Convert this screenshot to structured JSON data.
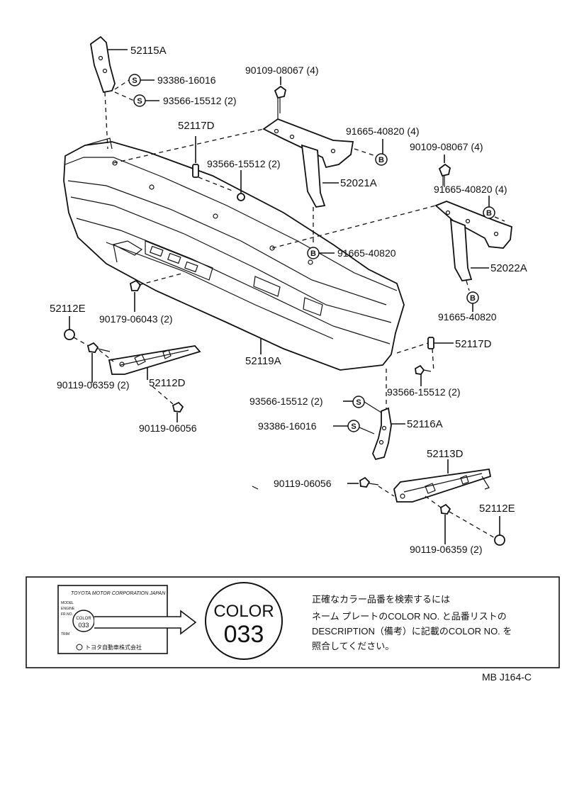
{
  "parts": {
    "p52115A": "52115A",
    "p93386_16016_top": "93386-16016",
    "p93566_15512_top": "93566-15512 (2)",
    "p90109_08067_a": "90109-08067 (4)",
    "p52117D_left": "52117D",
    "p91665_40820_4a": "91665-40820 (4)",
    "p90109_08067_b": "90109-08067 (4)",
    "p93566_15512_mid": "93566-15512 (2)",
    "p52021A": "52021A",
    "p91665_40820_4b": "91665-40820 (4)",
    "p91665_40820_mid": "91665-40820",
    "p52022A": "52022A",
    "p91665_40820_right": "91665-40820",
    "p52112E_left": "52112E",
    "p90179_06043": "90179-06043 (2)",
    "p52117D_right": "52117D",
    "p90119_06359_left": "90119-06359 (2)",
    "p52112D": "52112D",
    "p52119A": "52119A",
    "p90119_06056_left": "90119-06056",
    "p93566_15512_low_left": "93566-15512 (2)",
    "p93566_15512_low_right": "93566-15512 (2)",
    "p93386_16016_low": "93386-16016",
    "p52116A": "52116A",
    "p52113D": "52113D",
    "p90119_06056_low": "90119-06056",
    "p52112E_right": "52112E",
    "p90119_06359_right": "90119-06359 (2)"
  },
  "markers": {
    "s": "S",
    "b": "B"
  },
  "note": {
    "plate_maker": "TOYOTA MOTOR CORPORATION JAPAN",
    "plate_model": "MODEL",
    "plate_engine": "ENGINE",
    "plate_frame": "FR.NO.",
    "plate_color": "COLOR",
    "plate_color_code": "033",
    "plate_trim": "TRIM",
    "plate_maker_jp": "トヨタ自動車株式会社",
    "circle_color": "COLOR",
    "circle_code": "033",
    "text_line1": "正確なカラー品番を検索するには",
    "text_line2": "ネーム プレートのCOLOR NO. と品番リストの",
    "text_line3": "DESCRIPTION（備考）に記載のCOLOR NO. を",
    "text_line4": "照合してください。"
  },
  "diagram_code": "MB J164-C"
}
